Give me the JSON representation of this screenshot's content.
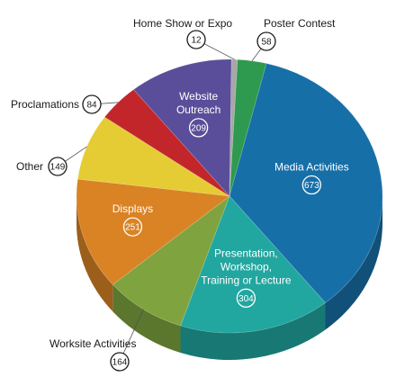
{
  "chart_data": {
    "type": "pie",
    "title": "",
    "slices": [
      {
        "label": "Poster Contest",
        "value": 58,
        "color": "#2e9a4f"
      },
      {
        "label": "Media Activities",
        "value": 673,
        "color": "#176fa8"
      },
      {
        "label": "Presentation, Workshop, Training or Lecture",
        "value": 304,
        "color": "#22a6a0"
      },
      {
        "label": "Worksite Activities",
        "value": 164,
        "color": "#7fa43f"
      },
      {
        "label": "Displays",
        "value": 251,
        "color": "#d98325"
      },
      {
        "label": "Other",
        "value": 149,
        "color": "#e5cc35"
      },
      {
        "label": "Proclamations",
        "value": 84,
        "color": "#c2262b"
      },
      {
        "label": "Website Outreach",
        "value": 209,
        "color": "#5a4e9a"
      },
      {
        "label": "Home Show or Expo",
        "value": 12,
        "color": "#a7a7a7"
      }
    ]
  }
}
